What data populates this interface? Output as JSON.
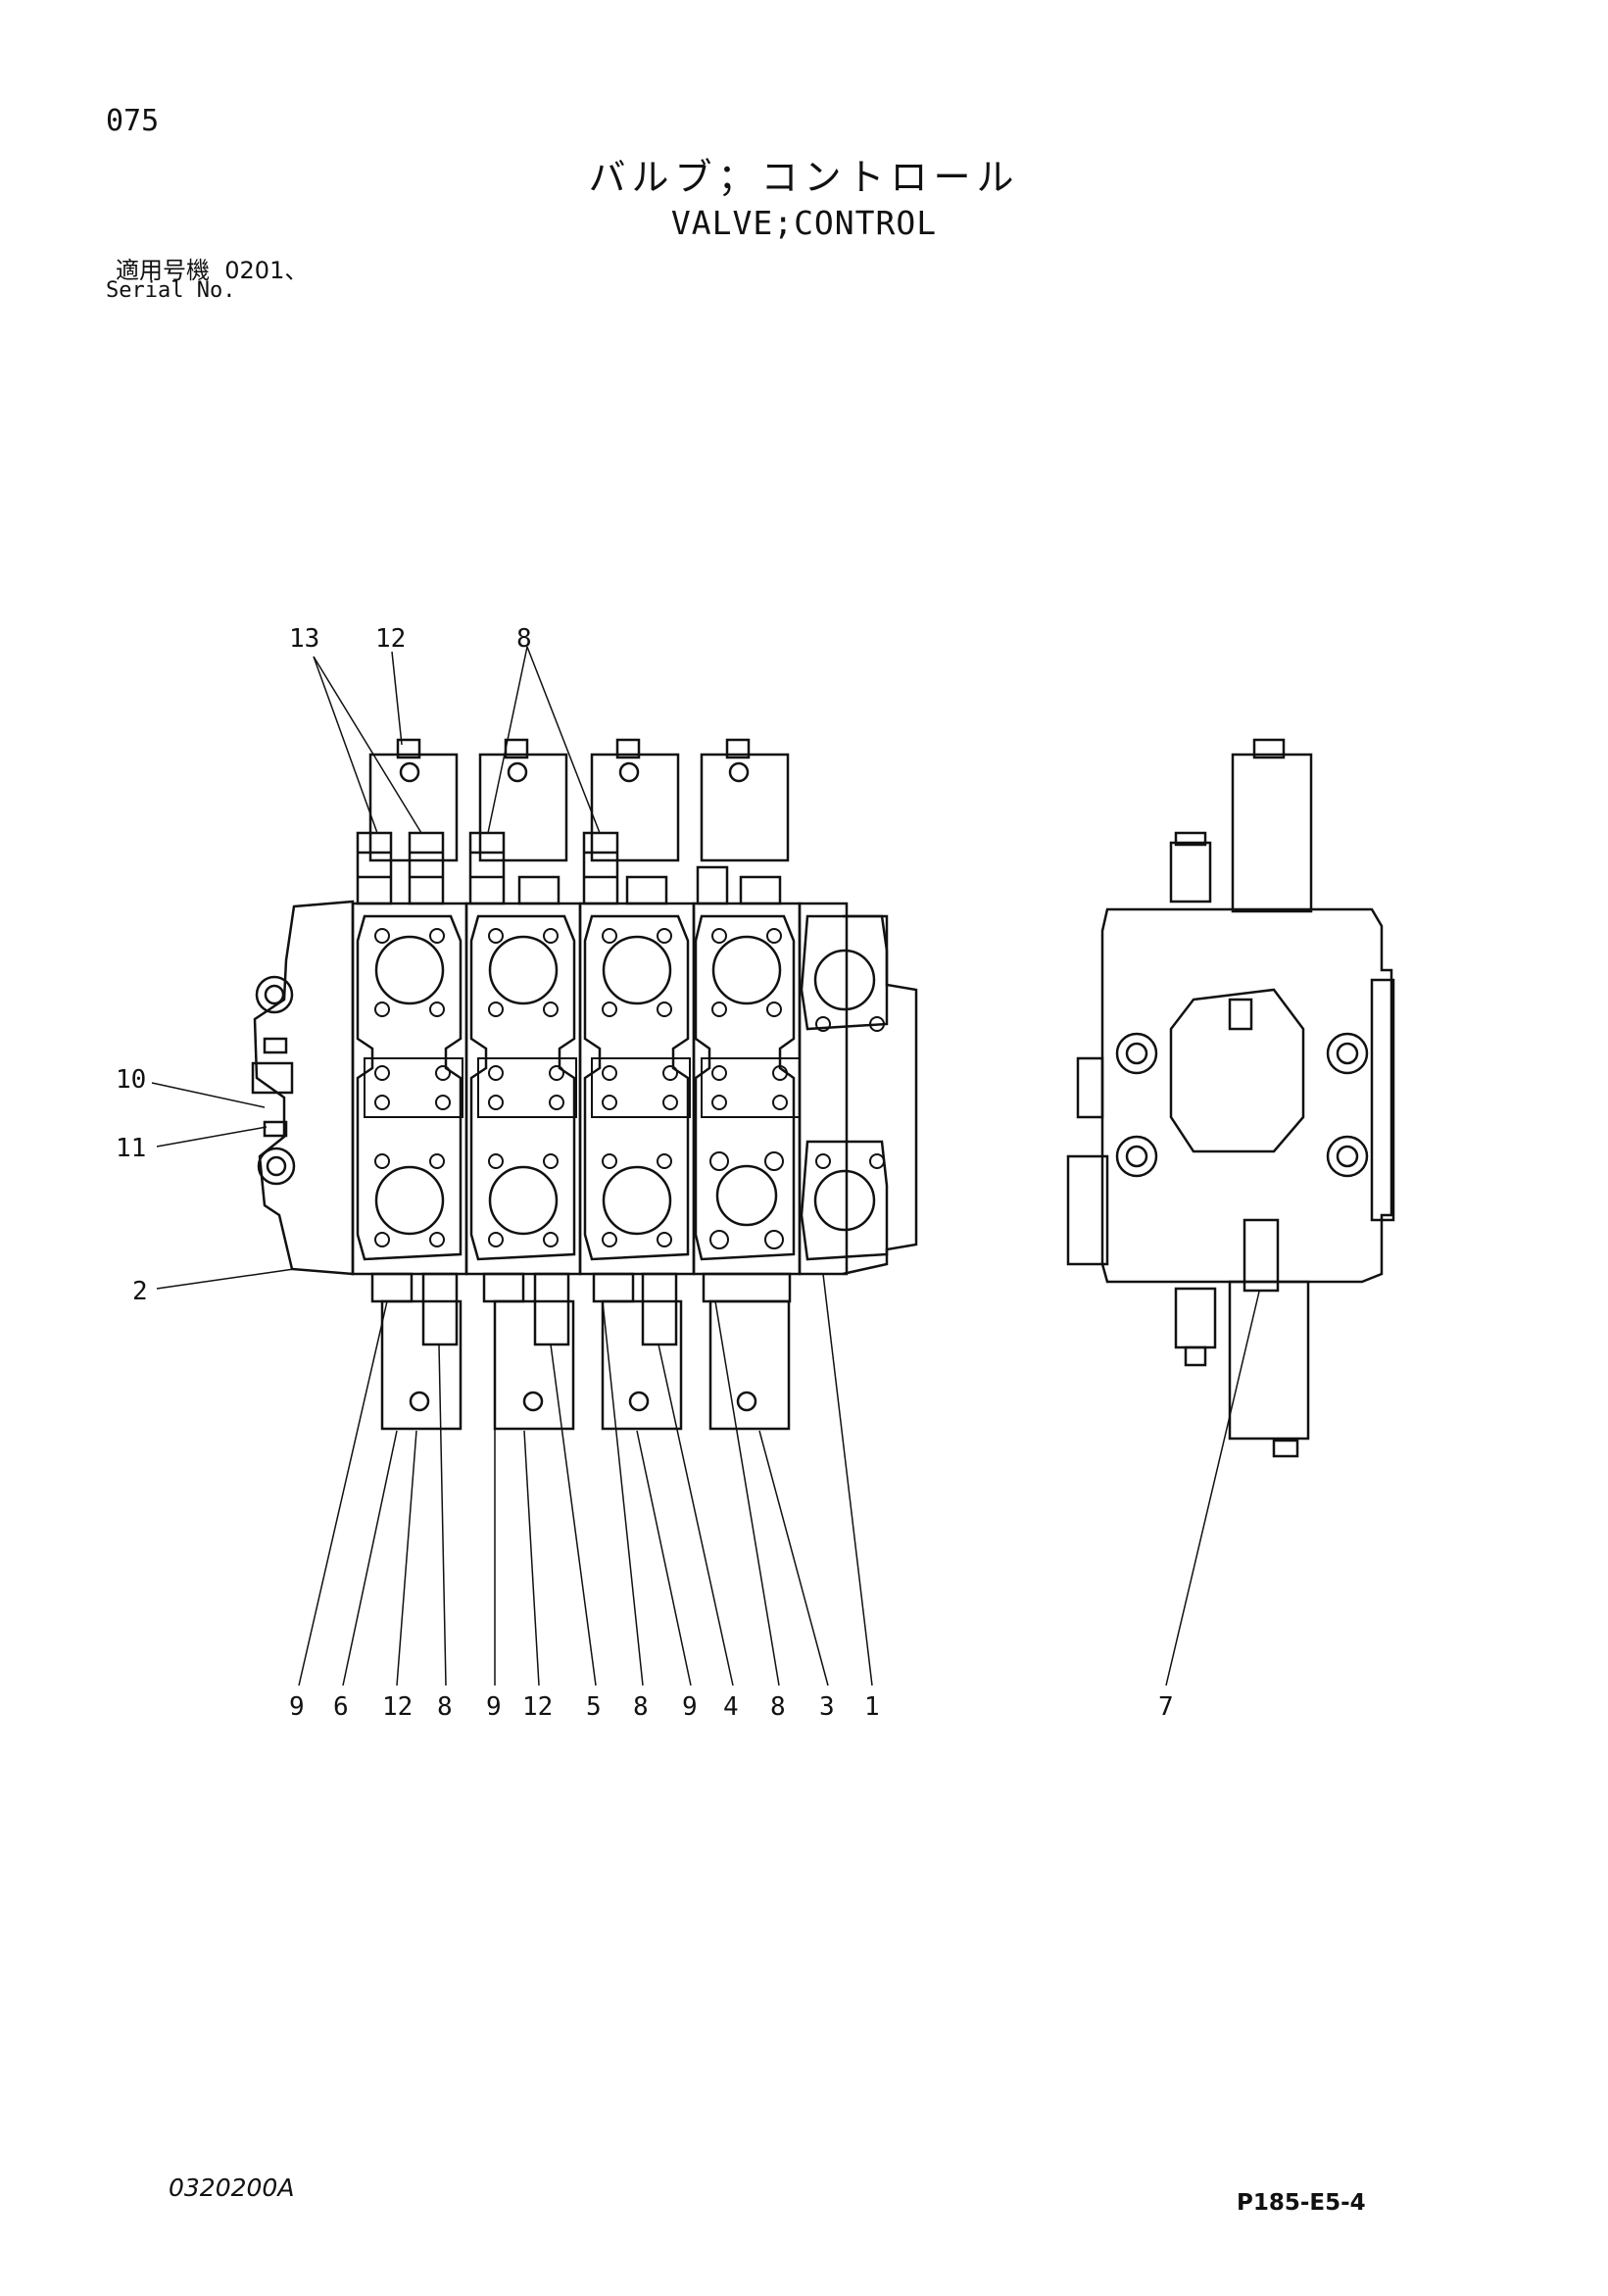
{
  "page_number": "075",
  "title_jp": "バルブ；コントロール",
  "title_en": "VALVE;CONTROL",
  "serial": {
    "label_jp": "適用号機",
    "value": "0201、",
    "label_en": "Serial No."
  },
  "callouts": {
    "top": [
      "13",
      "12",
      "8"
    ],
    "left": [
      "10",
      "11",
      "2"
    ],
    "bottom": [
      "9",
      "6",
      "12",
      "8",
      "9",
      "12",
      "5",
      "8",
      "9",
      "4",
      "8",
      "3",
      "1"
    ],
    "side_view": [
      "7"
    ]
  },
  "footer": {
    "drawing_number": "0320200A",
    "sheet_code": "P185-E5-4"
  }
}
